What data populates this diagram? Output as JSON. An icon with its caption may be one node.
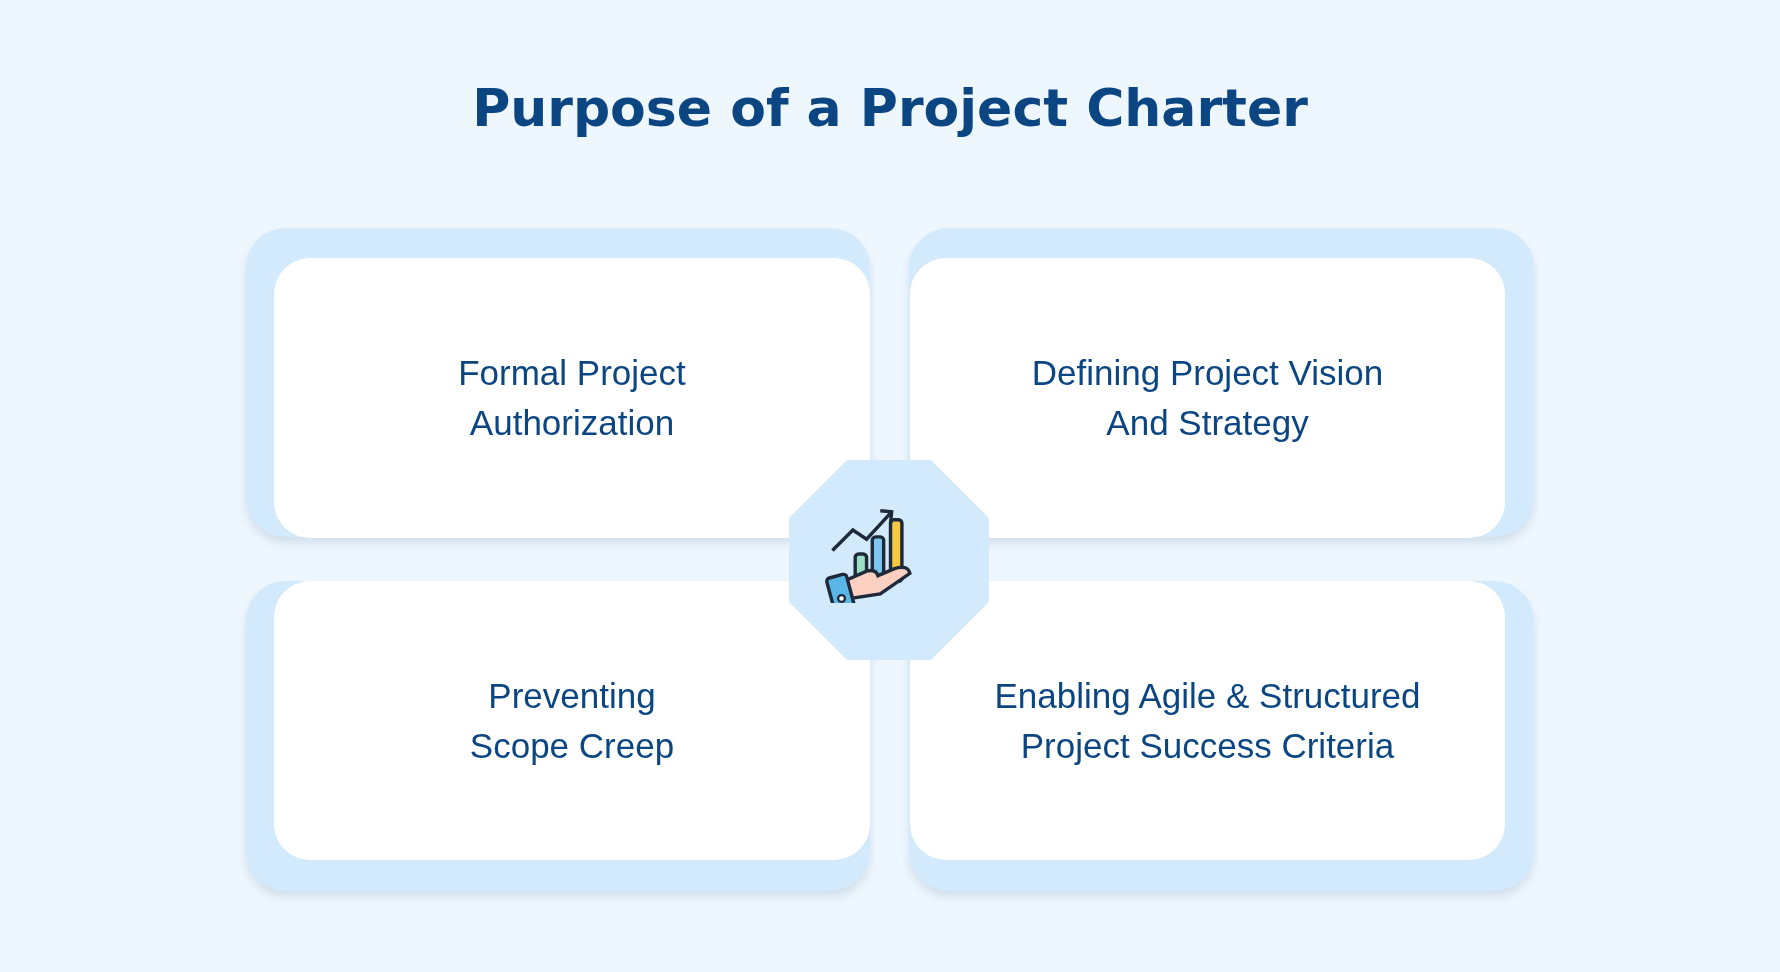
{
  "diagram": {
    "title": "Purpose of a Project Charter",
    "nodes": [
      {
        "text": [
          "Formal Project Authorization"
        ]
      },
      {
        "text": [
          "Defining Project Vision And Strategy"
        ]
      },
      {
        "text": [
          "Preventing Scope Creep"
        ]
      },
      {
        "text": [
          "Enabling Agile & Structured Project Success Criteria"
        ]
      }
    ],
    "edges": []
  }
}
